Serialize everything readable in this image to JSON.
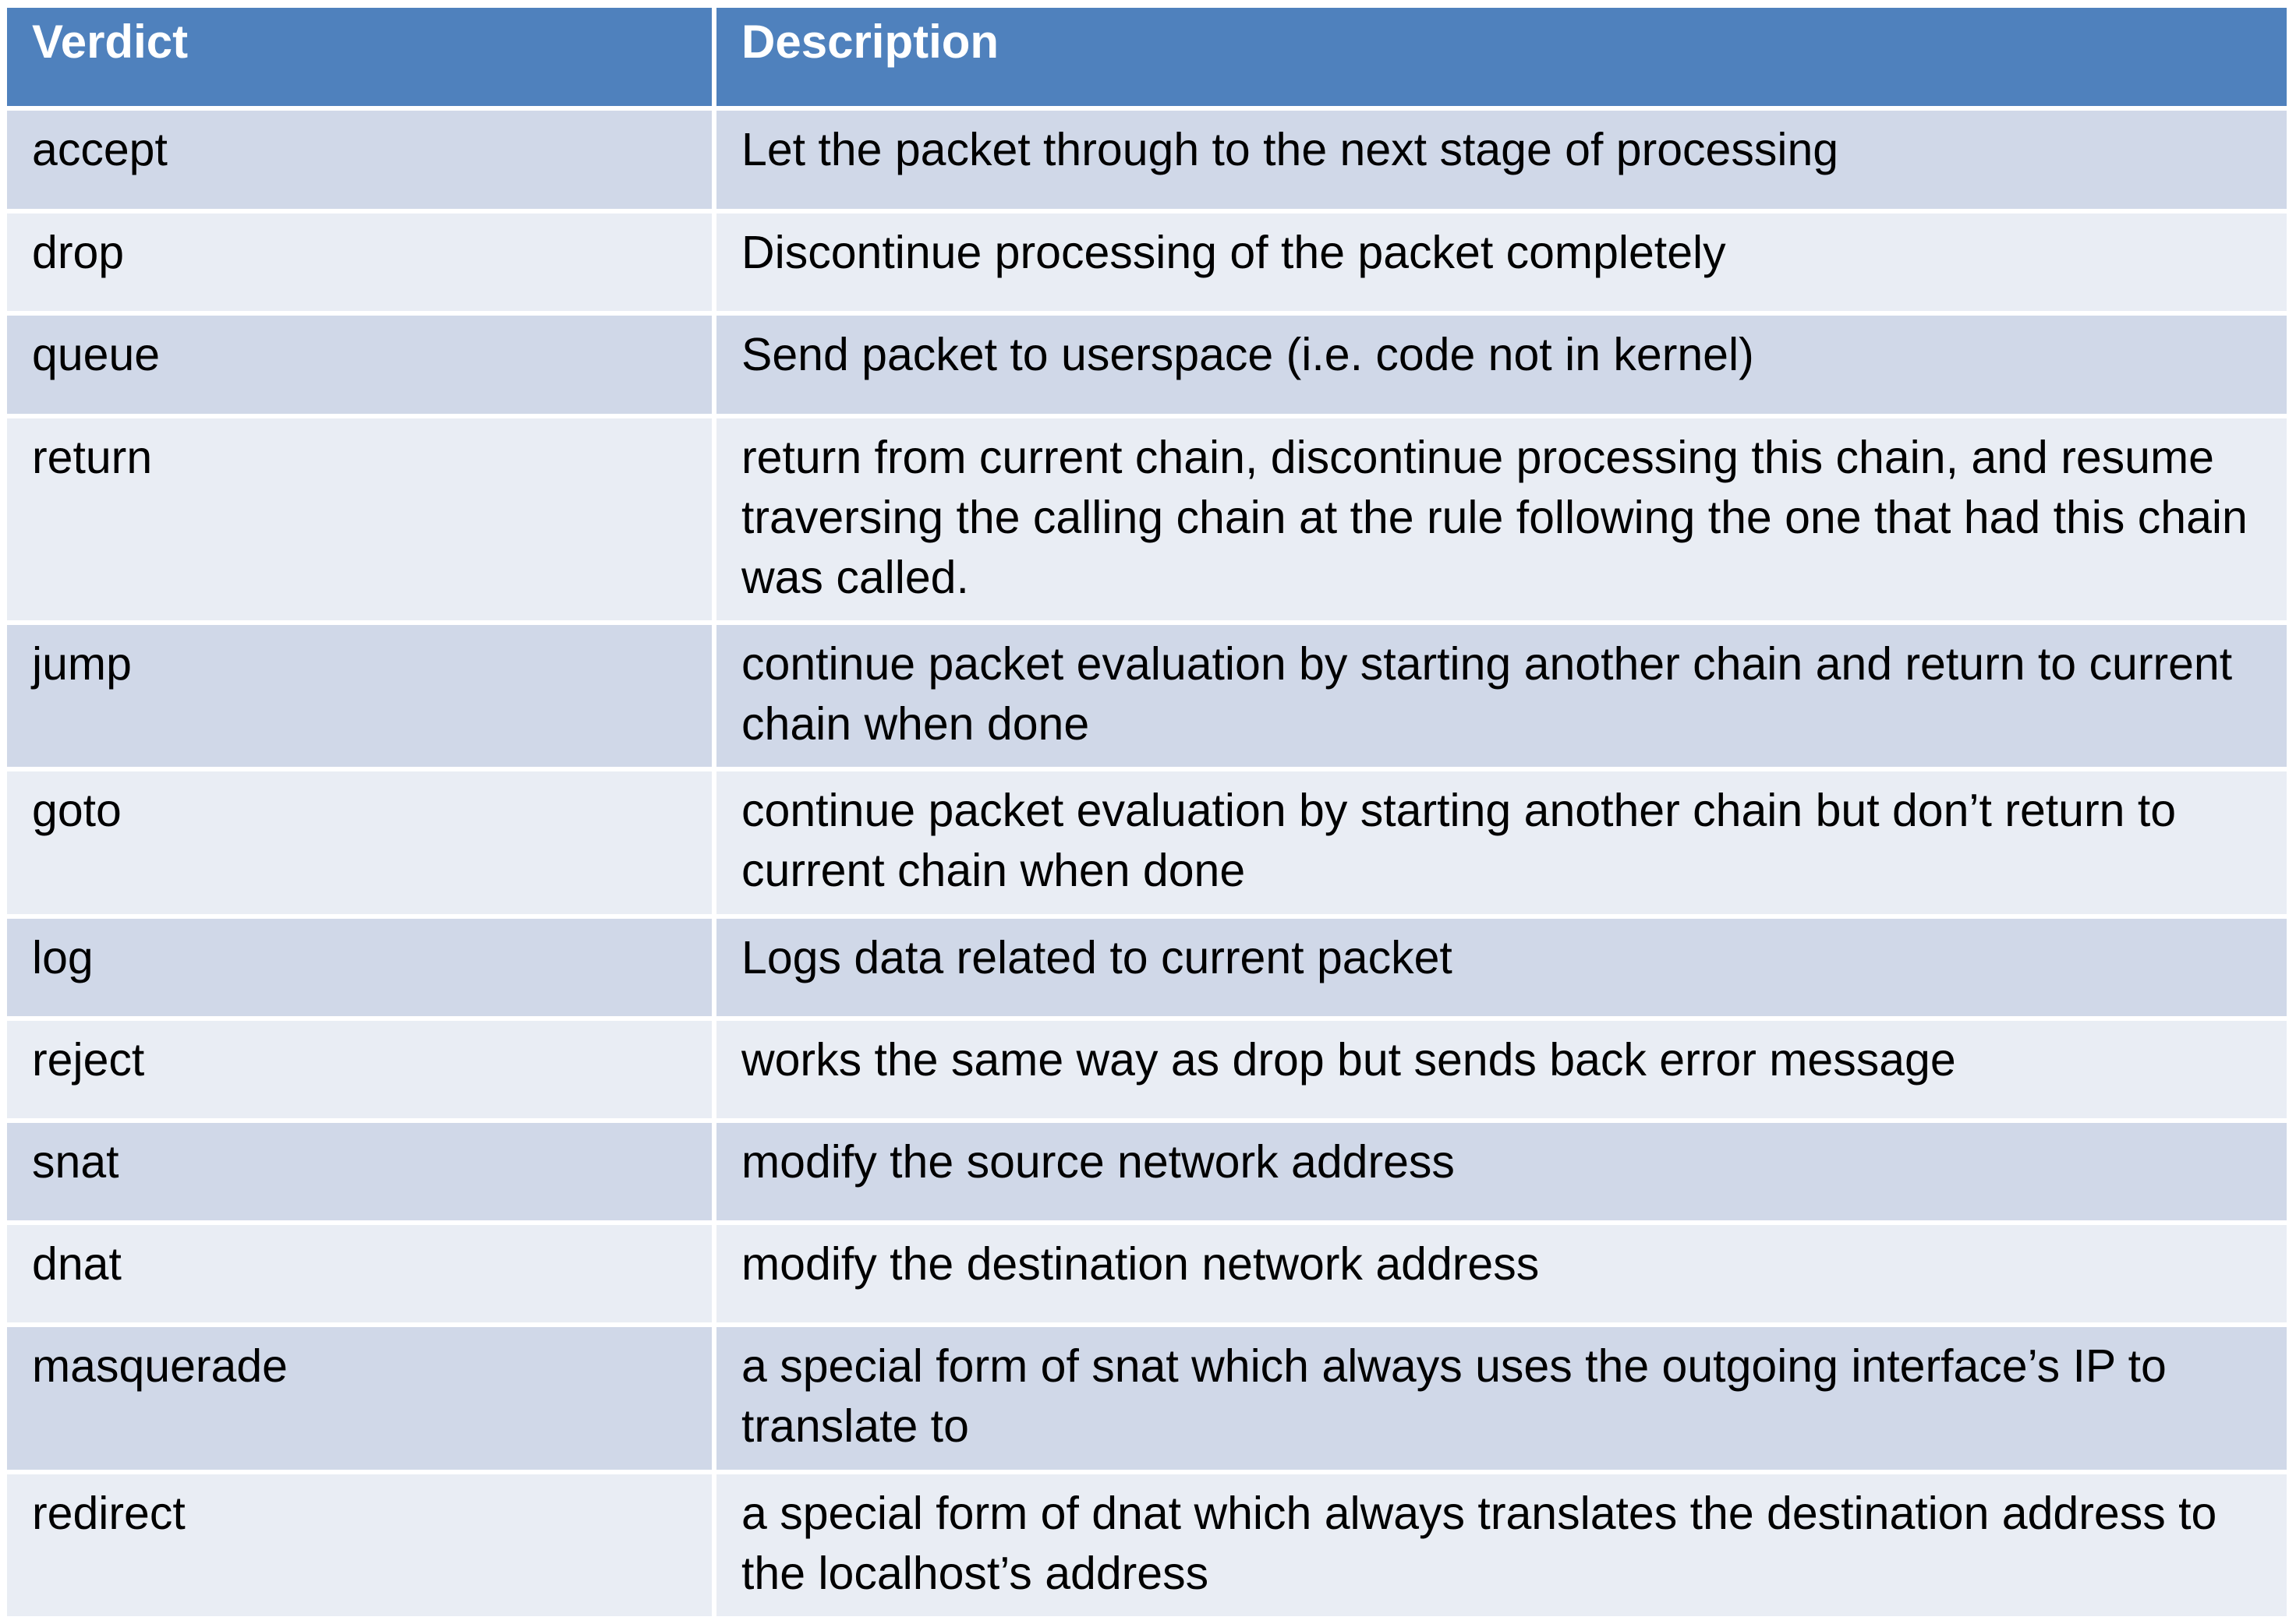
{
  "table": {
    "headers": [
      "Verdict",
      "Description"
    ],
    "colors": {
      "header_bg": "#4f81bd",
      "header_text": "#ffffff",
      "row_band_dark": "#d0d8e8",
      "row_band_light": "#e9edf4",
      "border": "#ffffff"
    },
    "rows": [
      {
        "verdict": "accept",
        "description": "Let the packet through to the next stage of processing"
      },
      {
        "verdict": "drop",
        "description": "Discontinue processing of the packet completely"
      },
      {
        "verdict": "queue",
        "description": "Send packet to userspace (i.e. code not in kernel)"
      },
      {
        "verdict": "return",
        "description": "return from current chain, discontinue processing this chain, and resume traversing the calling chain at the rule following the one that had this chain was called."
      },
      {
        "verdict": "jump",
        "description": "continue packet evaluation by starting another chain and return to current chain when done"
      },
      {
        "verdict": "goto",
        "description": "continue packet evaluation by starting another chain but don’t return to current chain when done"
      },
      {
        "verdict": "log",
        "description": "Logs data related to current packet"
      },
      {
        "verdict": "reject",
        "description": "works the same way as drop but sends back error message"
      },
      {
        "verdict": "snat",
        "description": "modify the source network address"
      },
      {
        "verdict": "dnat",
        "description": "modify the destination network address"
      },
      {
        "verdict": "masquerade",
        "description": "a special form of snat which always uses the outgoing interface’s IP to translate to"
      },
      {
        "verdict": "redirect",
        "description": "a special form of dnat which always translates the destination address to the localhost’s address"
      }
    ]
  }
}
